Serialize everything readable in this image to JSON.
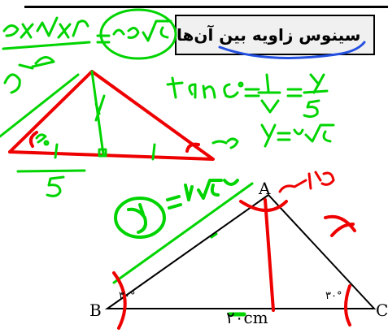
{
  "title": "سینوس زاویه بین آن‌ها",
  "triangle": {
    "vertex_a": "A",
    "vertex_b": "B",
    "vertex_c": "C",
    "angle_b": "۳۰°",
    "angle_c": "۳۰°",
    "base_length": "۲۰cm"
  },
  "handwriting": {
    "top_left_expression": "۵√۳×√۲ / ۲",
    "boxed_result": "۲۰√۳",
    "left_x": "x",
    "small_right_angle": "۳۰",
    "small_half_left": "۱",
    "small_half_right": "۱",
    "small_denominator": "۵",
    "small_y": "y",
    "tan_line": "tan۳۰ = ۱/√۳ = y/۵",
    "y_result": "y = ۵√۳",
    "small_angle": "۳۰",
    "x_equals": "x = ۱۰√۳",
    "angle_a_note": "۱۲۰",
    "right_x": "x"
  },
  "colors": {
    "green": "#00d400",
    "red": "#ee0000",
    "blue": "#2450e0",
    "black": "#000000"
  }
}
